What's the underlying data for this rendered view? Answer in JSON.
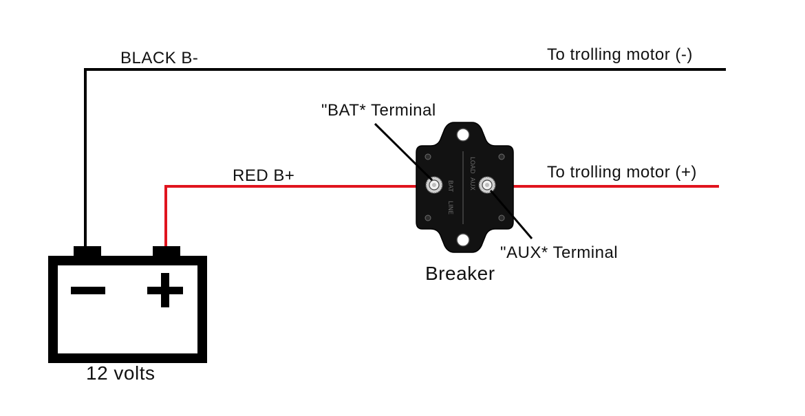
{
  "labels": {
    "black_wire": "BLACK B-",
    "red_wire": "RED B+",
    "motor_negative": "To trolling motor (-)",
    "motor_positive": "To trolling motor (+)",
    "bat_terminal": "\"BAT* Terminal",
    "aux_terminal": "\"AUX* Terminal",
    "breaker": "Breaker",
    "battery": "12 volts"
  },
  "battery": {
    "negative_symbol": "−",
    "positive_symbol": "+"
  },
  "breaker_markings": {
    "left_upper": "BAT",
    "left_lower": "LINE",
    "right_upper": "LOAD",
    "right_lower": "AUX"
  },
  "colors": {
    "black_wire": "#000000",
    "red_wire": "#e0141e",
    "breaker_body": "#121212",
    "battery_outline": "#000000"
  },
  "icons": {
    "battery": "battery-icon",
    "breaker": "circuit-breaker-icon"
  }
}
